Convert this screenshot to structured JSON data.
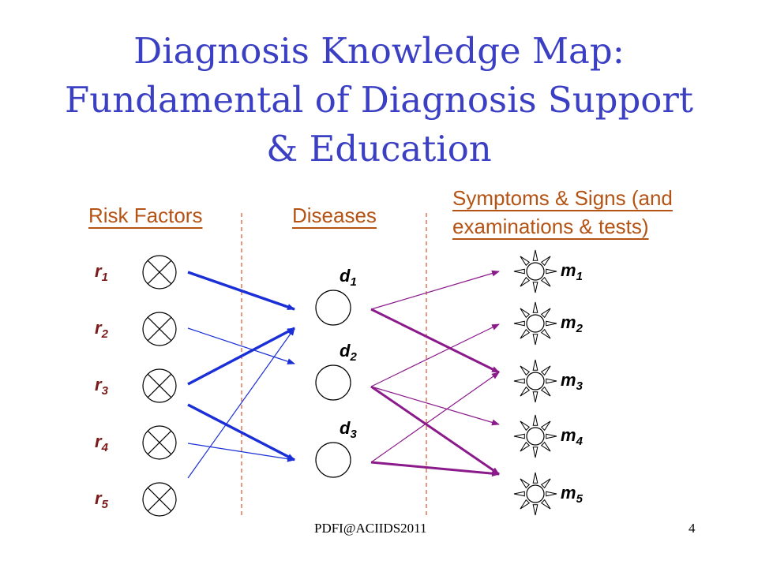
{
  "title": {
    "line1": "Diagnosis Knowledge Map:",
    "line2": "Fundamental of Diagnosis Support",
    "line3": "& Education"
  },
  "headers": {
    "risk": "Risk Factors",
    "diseases": "Diseases",
    "symptoms_line1": "Symptoms & Signs (and",
    "symptoms_line2": "examinations & tests)"
  },
  "risk_factors": [
    {
      "base": "r",
      "sub": "1"
    },
    {
      "base": "r",
      "sub": "2"
    },
    {
      "base": "r",
      "sub": "3"
    },
    {
      "base": "r",
      "sub": "4"
    },
    {
      "base": "r",
      "sub": "5"
    }
  ],
  "diseases": [
    {
      "base": "d",
      "sub": "1"
    },
    {
      "base": "d",
      "sub": "2"
    },
    {
      "base": "d",
      "sub": "3"
    }
  ],
  "symptoms": [
    {
      "base": "m",
      "sub": "1"
    },
    {
      "base": "m",
      "sub": "2"
    },
    {
      "base": "m",
      "sub": "3"
    },
    {
      "base": "m",
      "sub": "4"
    },
    {
      "base": "m",
      "sub": "5"
    }
  ],
  "risk_to_disease": [
    {
      "from": 1,
      "to": 1,
      "strength": "strong"
    },
    {
      "from": 2,
      "to": 2,
      "strength": "weak"
    },
    {
      "from": 3,
      "to": 1,
      "strength": "strong"
    },
    {
      "from": 3,
      "to": 3,
      "strength": "strong"
    },
    {
      "from": 4,
      "to": 3,
      "strength": "weak"
    },
    {
      "from": 5,
      "to": 1,
      "strength": "weak"
    }
  ],
  "disease_to_symptom": [
    {
      "from": 1,
      "to": 1,
      "strength": "weak"
    },
    {
      "from": 1,
      "to": 3,
      "strength": "strong"
    },
    {
      "from": 2,
      "to": 2,
      "strength": "weak"
    },
    {
      "from": 2,
      "to": 4,
      "strength": "weak"
    },
    {
      "from": 2,
      "to": 5,
      "strength": "strong"
    },
    {
      "from": 3,
      "to": 3,
      "strength": "weak"
    },
    {
      "from": 3,
      "to": 5,
      "strength": "strong"
    }
  ],
  "colors": {
    "title": "#3b3fc4",
    "header": "#b45314",
    "label": "#7a1a1a",
    "risk_edge": "#1a2fd6",
    "symptom_edge": "#8b1a8b",
    "divider": "#d9532c"
  },
  "footer": {
    "left": "PDFI@ACIIDS2011",
    "page": "4"
  }
}
